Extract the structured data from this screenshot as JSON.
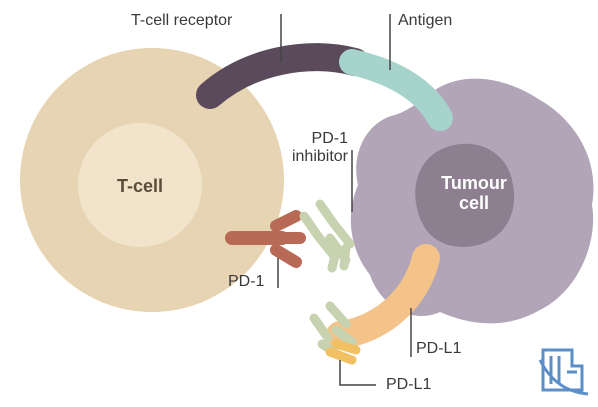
{
  "labels": {
    "t_cell_receptor": "T-cell receptor",
    "antigen": "Antigen",
    "pd1_inhibitor_line1": "PD-1",
    "pd1_inhibitor_line2": "inhibitor",
    "t_cell": "T-cell",
    "tumour_line1": "Tumour",
    "tumour_line2": "cell",
    "pd1": "PD-1",
    "pdl1_tumour": "PD-L1",
    "pdl1_inhibitor": "PD-L1"
  },
  "colors": {
    "t_cell_outer": "#e7d4b3",
    "t_cell_inner": "#f1e4cb",
    "t_cell_text": "#5b4b3a",
    "tumour_outer": "#b2a5b8",
    "tumour_inner": "#8d7e90",
    "tumour_text": "#ffffff",
    "receptor": "#5b4a5b",
    "antigen": "#a6d4cc",
    "pd1": "#b86a57",
    "antibody": "#c7d3b0",
    "pdl1": "#f3c389",
    "pdl1_inhibitor": "#f0c063",
    "leader_line": "#444444",
    "watermark": "#3f7cc0"
  },
  "icons": {
    "watermark": "hospital-watermark-icon"
  }
}
